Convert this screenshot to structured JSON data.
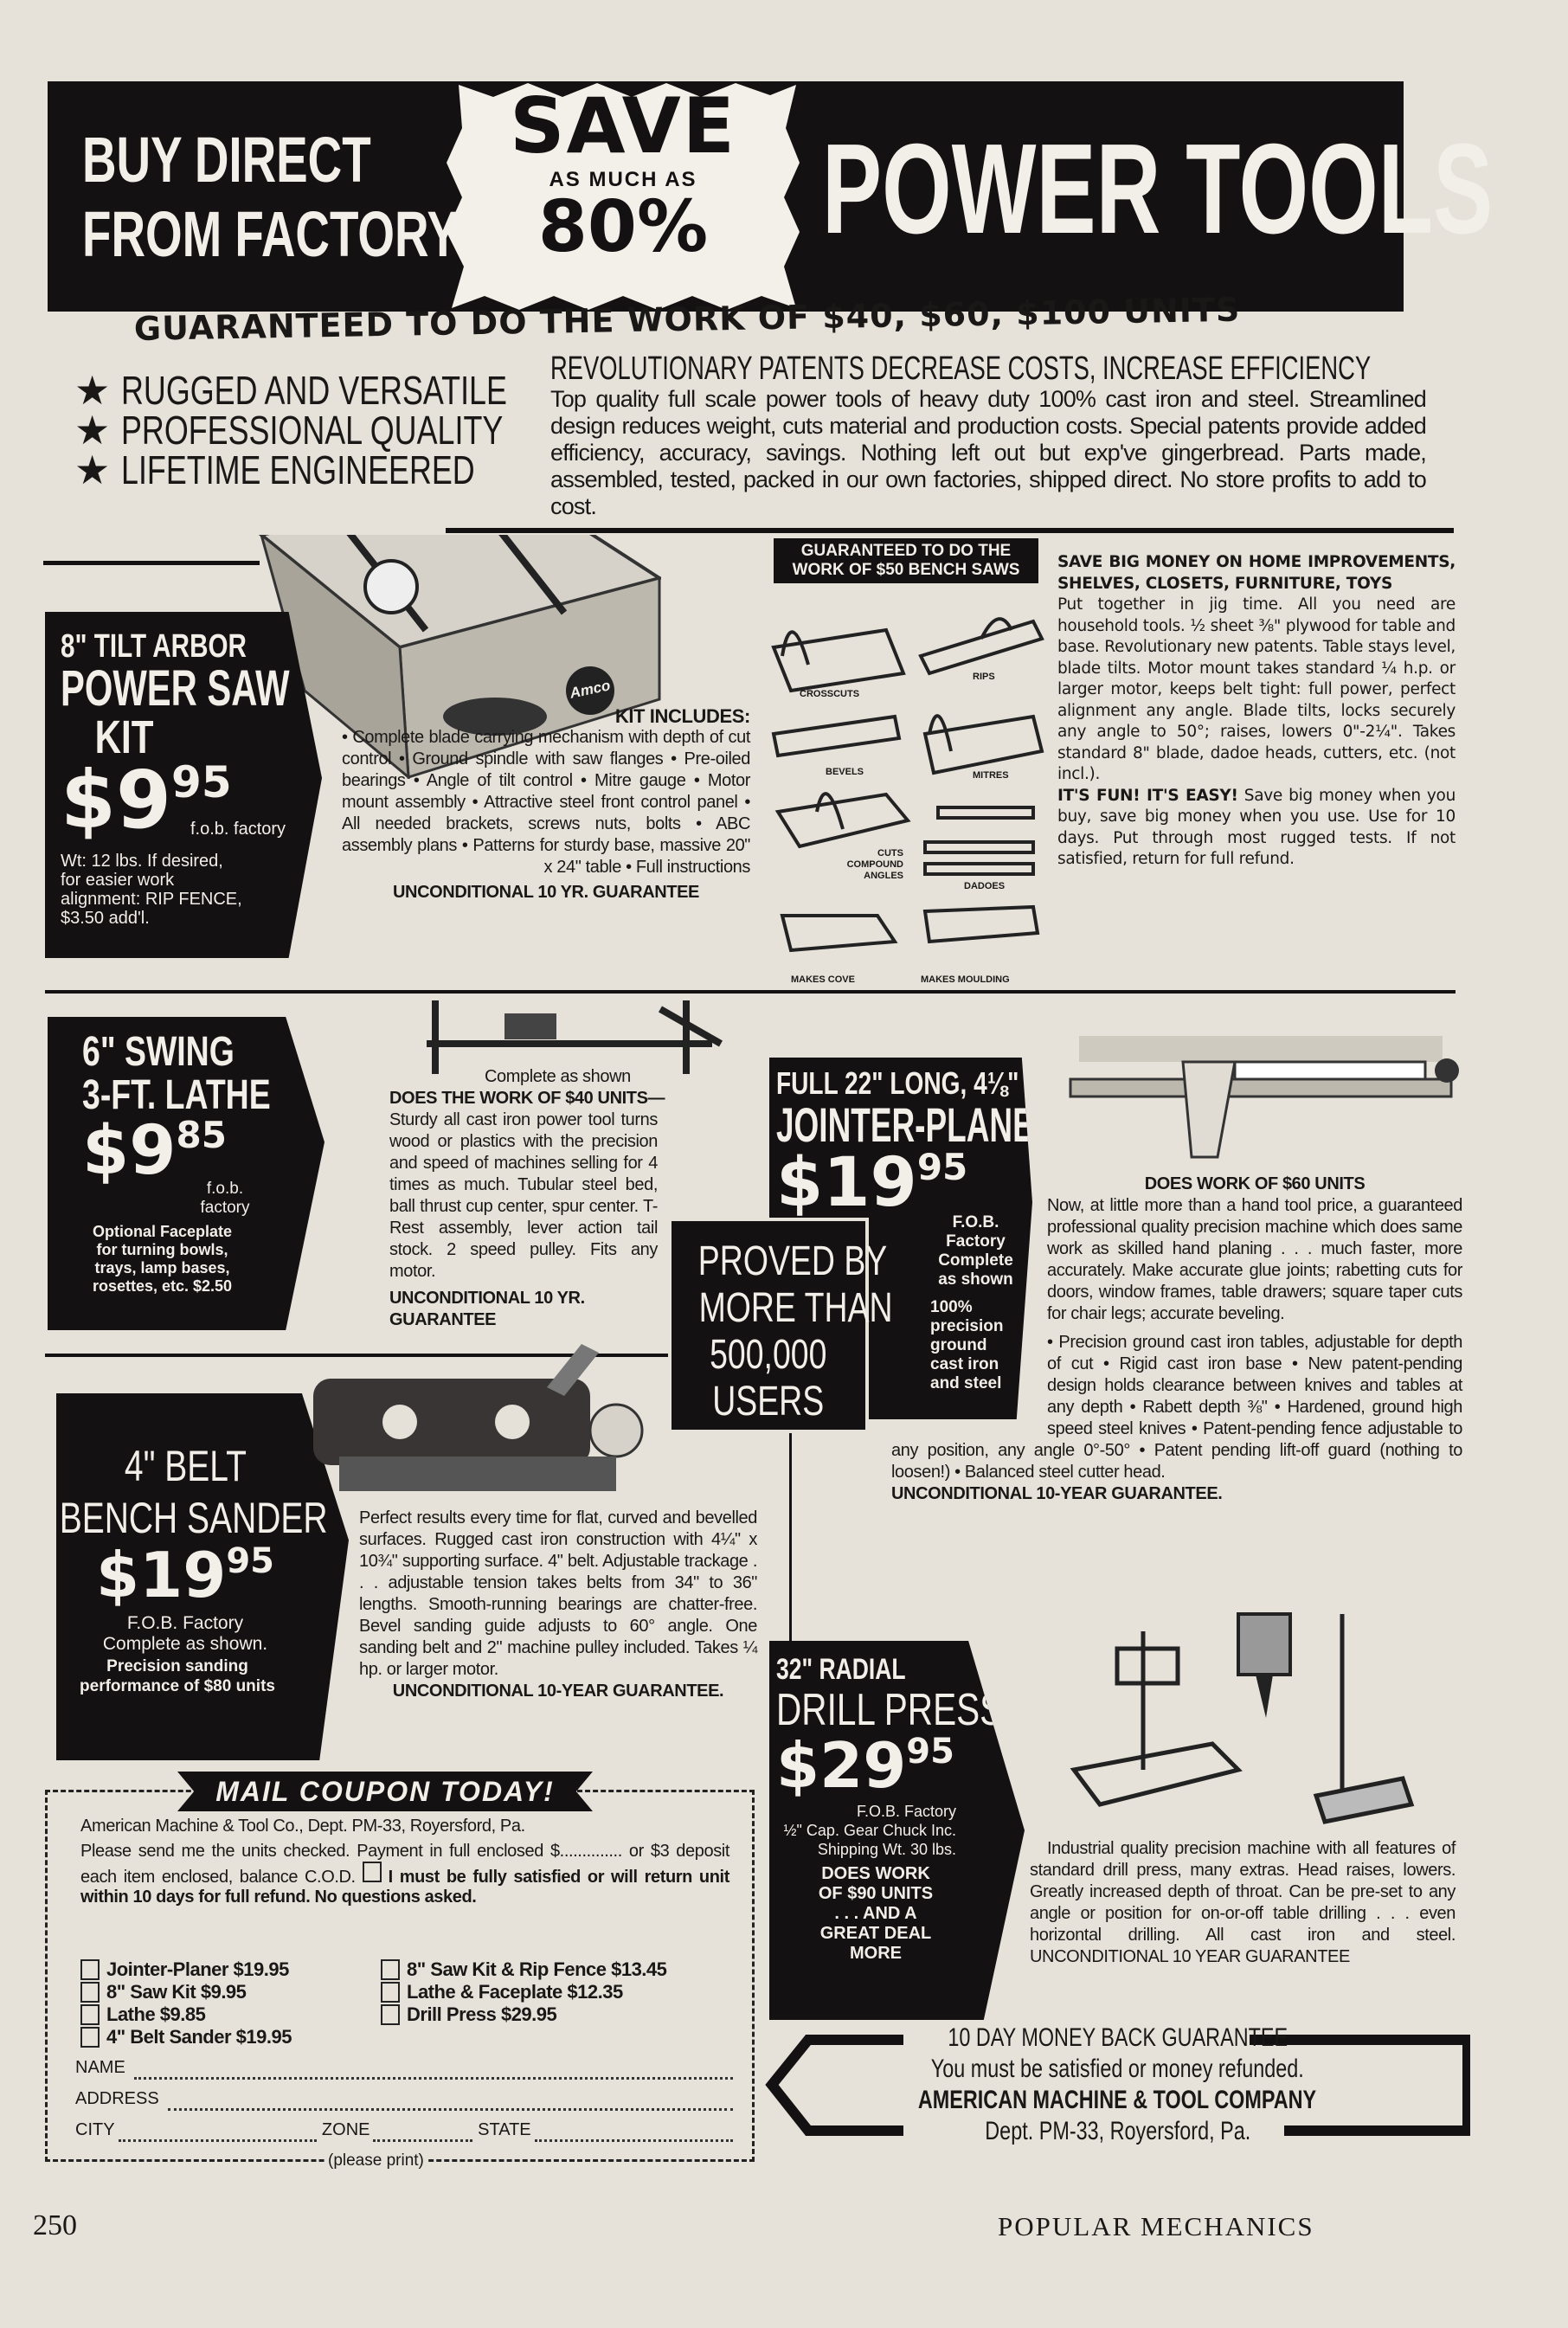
{
  "header": {
    "left_lines": [
      "BUY DIRECT",
      "FROM FACTORY"
    ],
    "save": "SAVE",
    "as_much_as": "AS MUCH AS",
    "percent": "80%",
    "right": "POWER TOOLS"
  },
  "guarantee_headline": "GUARANTEED TO DO THE WORK OF $40, $60, $100 UNITS",
  "features": [
    "RUGGED AND VERSATILE",
    "PROFESSIONAL QUALITY",
    "LIFETIME ENGINEERED"
  ],
  "intro": {
    "heading": "REVOLUTIONARY PATENTS DECREASE COSTS, INCREASE EFFICIENCY",
    "text": "Top quality full scale power tools of heavy duty 100% cast iron and steel. Streamlined design reduces weight, cuts material and production costs. Special patents provide added efficiency, accuracy, savings. Nothing left out but exp've gingerbread. Parts made, assembled, tested, packed in our own factories, shipped direct. No store profits to add to cost."
  },
  "saw": {
    "title_lines": [
      "8\" TILT ARBOR",
      "POWER SAW",
      "KIT"
    ],
    "price_dollars": "$9",
    "price_cents": "95",
    "fob": "f.o.b. factory",
    "note": "Wt: 12 lbs. If desired, for easier work alignment: RIP FENCE, $3.50 add'l.",
    "kit_heading": "KIT INCLUDES:",
    "kit_text": "• Complete blade carrying mechanism with depth of cut control • Ground spindle with saw flanges • Pre-oiled bearings • Angle of tilt control • Mitre gauge • Motor mount assembly • Attractive steel front control panel • All needed brackets, screws nuts, bolts • ABC assembly plans • Patterns for sturdy base, massive 20\" x 24\" table • Full instructions",
    "guarantee": "UNCONDITIONAL 10 YR. GUARANTEE",
    "badge": "Amco"
  },
  "cuts": {
    "banner": "GUARANTEED TO DO THE WORK OF $50 BENCH SAWS",
    "labels": [
      "CROSSCUTS",
      "RIPS",
      "BEVELS",
      "MITRES",
      "CUTS COMPOUND ANGLES",
      "DADOES",
      "MAKES COVE",
      "MAKES MOULDING"
    ]
  },
  "home": {
    "heading": "SAVE BIG MONEY ON HOME IMPROVEMENTS, SHELVES, CLOSETS, FURNITURE, TOYS",
    "text": "Put together in jig time. All you need are household tools. ½ sheet ⅜\" plywood for table and base. Revolutionary new patents. Table stays level, blade tilts. Motor mount takes standard ¼ h.p. or larger motor, keeps belt tight: full power, perfect alignment any angle. Blade tilts, locks securely any angle to 50°; raises, lowers 0\"-2¼\". Takes standard 8\" blade, dadoe heads, cutters, etc. (not incl.).",
    "fun_heading": "IT'S FUN! IT'S EASY!",
    "fun_text": "Save big money when you buy, save big money when you use. Use for 10 days. Put through most rugged tests. If not satisfied, return for full refund."
  },
  "lathe": {
    "title_lines": [
      "6\" SWING",
      "3-FT. LATHE"
    ],
    "price_dollars": "$9",
    "price_cents": "85",
    "fob": "f.o.b. factory",
    "note": "Optional Faceplate for turning bowls, trays, lamp bases, rosettes, etc. $2.50",
    "caption": "Complete as shown",
    "heading": "DOES THE WORK OF $40 UNITS—",
    "text": "Sturdy all cast iron power tool turns wood or plastics with the precision and speed of machines selling for 4 times as much. Tubular steel bed, ball thrust cup center, spur center. T-Rest assembly, lever action tail stock. 2 speed pulley. Fits any motor.",
    "guarantee": "UNCONDITIONAL 10 YR. GUARANTEE"
  },
  "proved": [
    "PROVED BY",
    "MORE THAN",
    "500,000",
    "USERS"
  ],
  "jointer": {
    "title_lines": [
      "FULL 22\" LONG, 4⅛\"",
      "JOINTER-PLANER"
    ],
    "price_dollars": "$19",
    "price_cents": "95",
    "fob": "F.O.B. Factory Complete as shown",
    "note": "100% precision ground cast iron and steel",
    "heading": "DOES WORK OF $60 UNITS",
    "text": "Now, at little more than a hand tool price, a guaranteed professional quality precision machine which does same work as skilled hand planing . . . much faster, more accurately. Make accurate glue joints; rabetting cuts for doors, window frames, table drawers; square taper cuts for chair legs; accurate beveling.",
    "features": "• Precision ground cast iron tables, adjustable for depth of cut • Rigid cast iron base • New patent-pending design holds clearance between knives and tables at any depth • Rabett depth ⅜\" • Hardened, ground high speed steel knives • Patent-pending fence adjustable to any position, any angle 0°-50° • Patent pending lift-off guard (nothing to loosen!) • Balanced steel cutter head.",
    "guarantee": "UNCONDITIONAL 10-YEAR GUARANTEE."
  },
  "sander": {
    "title_lines": [
      "4\" BELT",
      "BENCH SANDER"
    ],
    "price_dollars": "$19",
    "price_cents": "95",
    "fob": "F.O.B. Factory",
    "complete": "Complete as shown.",
    "note": "Precision sanding performance of $80 units",
    "text": "Perfect results every time for flat, curved and bevelled surfaces. Rugged cast iron construction with 4¼\" x 10¾\" supporting surface. 4\" belt. Adjustable trackage . . . adjustable tension takes belts from 34\" to 36\" lengths. Smooth-running bearings are chatter-free. Bevel sanding guide adjusts to 60° angle. One sanding belt and 2\" machine pulley included. Takes ¼ hp. or larger motor.",
    "guarantee": "UNCONDITIONAL 10-YEAR GUARANTEE."
  },
  "coupon": {
    "banner": "MAIL COUPON TODAY!",
    "address": "American Machine & Tool Co., Dept. PM-33, Royersford, Pa.",
    "text_1": "Please send me the units checked. Payment in full enclosed $.............. or $3 deposit each item enclosed, balance C.O.D.",
    "text_2": "I must be fully satisfied or will return unit within 10 days for full refund. No questions asked.",
    "items_left": [
      "Jointer-Planer $19.95",
      "8\" Saw Kit $9.95",
      "Lathe $9.85",
      "4\" Belt Sander $19.95"
    ],
    "items_right": [
      "8\" Saw Kit & Rip Fence $13.45",
      "Lathe & Faceplate $12.35",
      "Drill Press $29.95"
    ],
    "name_label": "NAME",
    "address_label": "ADDRESS",
    "city_label": "CITY",
    "zone_label": "ZONE",
    "state_label": "STATE",
    "footer": "(please print)"
  },
  "drill": {
    "title_lines": [
      "32\" RADIAL",
      "DRILL PRESS"
    ],
    "price_dollars": "$29",
    "price_cents": "95",
    "fob": "F.O.B. Factory",
    "chuck": "½\" Cap. Gear Chuck Inc.",
    "shipping": "Shipping Wt. 30 lbs.",
    "note": "DOES WORK OF $90 UNITS . . . AND A GREAT DEAL MORE",
    "text": "Industrial quality precision machine with all features of standard drill press, many extras. Head raises, lowers. Greatly increased depth of throat. Can be pre-set to any angle or position for on-or-off table drilling . . . even horizontal drilling. All cast iron and steel. UNCONDITIONAL 10 YEAR GUARANTEE"
  },
  "money_back": {
    "heading": "10 DAY MONEY BACK GUARANTEE",
    "line": "You must be satisfied or money refunded.",
    "company": "AMERICAN MACHINE & TOOL COMPANY",
    "dept": "Dept. PM-33, Royersford, Pa."
  },
  "footer": {
    "page_number": "250",
    "magazine": "POPULAR MECHANICS"
  }
}
